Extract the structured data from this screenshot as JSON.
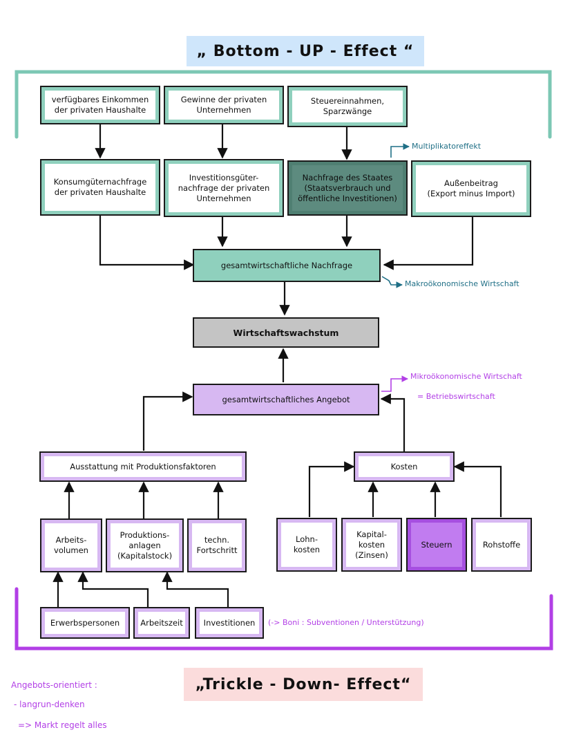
{
  "banners": {
    "top": "„ Bottom - UP - Effect “",
    "bottom": "„Trickle - Down- Effect“"
  },
  "demand_sources": [
    "verfügbares Einkommen\nder privaten Haushalte",
    "Gewinne der privaten\nUnternehmen",
    "Steuereinnahmen,\nSparzwänge"
  ],
  "demand_components": [
    "Konsumgüternachfrage\nder privaten Haushalte",
    "Investitionsgüter-\nnachfrage der privaten\nUnternehmen",
    "Nachfrage des Staates\n(Staatsverbrauch und\nöffentliche Investitionen)",
    "Außenbeitrag\n(Export minus Import)"
  ],
  "aggregate_demand": "gesamtwirtschaftliche Nachfrage",
  "growth": "Wirtschaftswachstum",
  "aggregate_supply": "gesamtwirtschaftliches Angebot",
  "endowment": "Ausstattung mit Produktionsfaktoren",
  "costs": "Kosten",
  "factors": [
    "Arbeits-\nvolumen",
    "Produktions-\nanlagen\n(Kapitalstock)",
    "techn.\nFortschritt"
  ],
  "cost_items": [
    "Lohn-\nkosten",
    "Kapital-\nkosten\n(Zinsen)",
    "Steuern",
    "Rohstoffe"
  ],
  "inputs": [
    "Erwerbspersonen",
    "Arbeitszeit",
    "Investitionen"
  ],
  "notes": {
    "multiplier": "Multiplikatoreffekt",
    "macro": "Makroökonomische Wirtschaft",
    "micro": "Mikroökonomische Wirtschaft",
    "business": "= Betriebswirtschaft",
    "bonus": "(-> Boni : Subventionen / Unterstützung)"
  },
  "supply_notes": [
    "Angebots-orientiert :",
    "- langrun-denken",
    "=> Markt regelt alles"
  ],
  "colors": {
    "teal_frame": "#7cc7b4",
    "teal_fill": "#8fd0bd",
    "teal_dark": "#4f7f72",
    "purple_frame": "#b23fe6",
    "purple_fill": "#d7b8f2",
    "purple_dark": "#a64fe0",
    "banner_top_bg": "#cfe6fb",
    "banner_bottom_bg": "#fbdcdc",
    "grey_box": "#c4c4c4"
  }
}
